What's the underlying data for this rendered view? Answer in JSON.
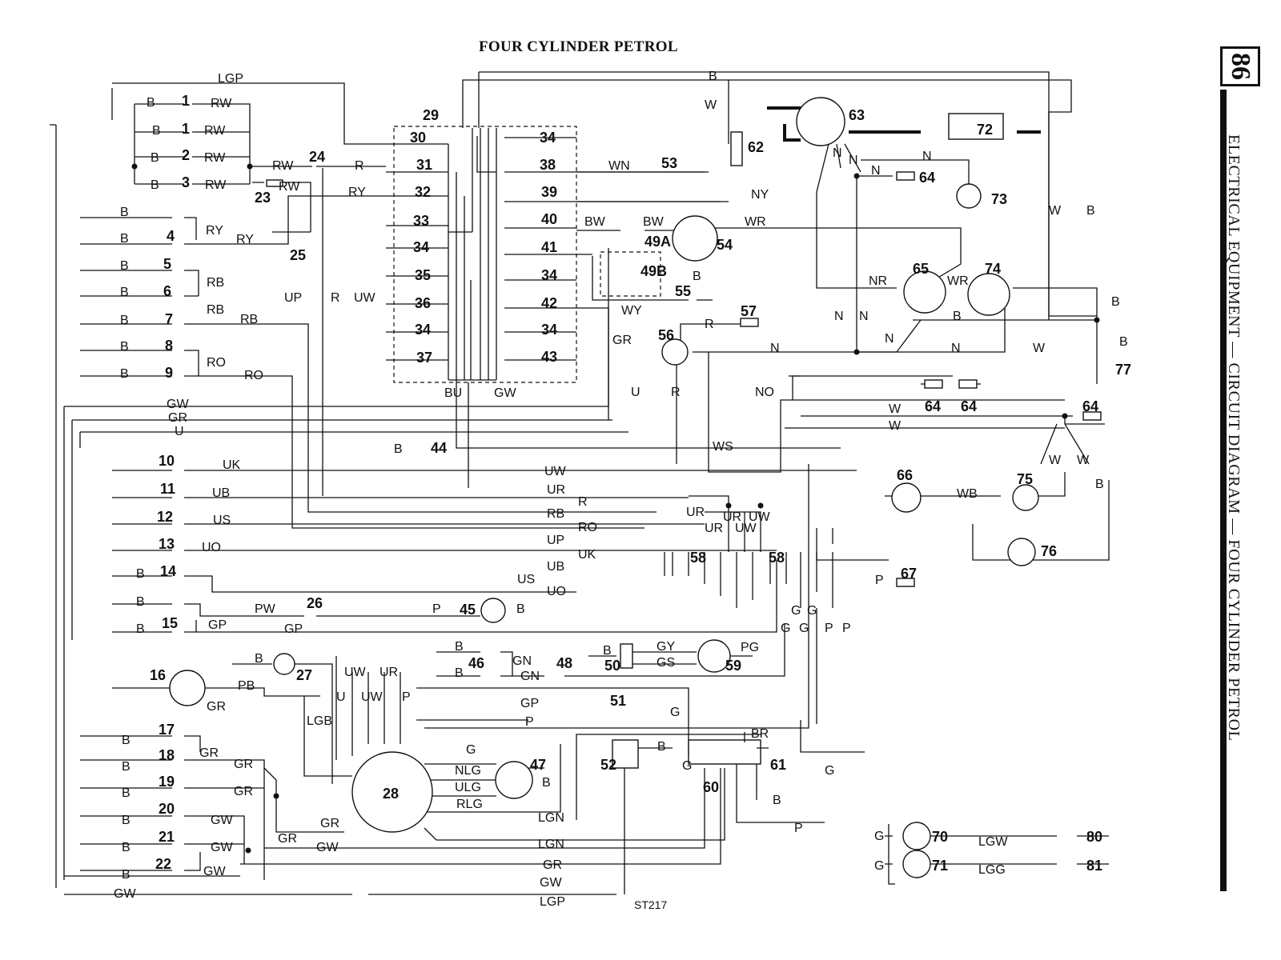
{
  "title": "FOUR CYLINDER PETROL",
  "page_number": "86",
  "side_heading": "ELECTRICAL EQUIPMENT — CIRCUIT DIAGRAM — FOUR CYLINDER PETROL",
  "drawing_ref": "ST217",
  "components": {
    "c1a": "1",
    "c1b": "1",
    "c2": "2",
    "c3": "3",
    "c4": "4",
    "c5": "5",
    "c6": "6",
    "c7": "7",
    "c8": "8",
    "c9": "9",
    "c10": "10",
    "c11": "11",
    "c12": "12",
    "c13": "13",
    "c14": "14",
    "c15": "15",
    "c16": "16",
    "c17": "17",
    "c18": "18",
    "c19": "19",
    "c20": "20",
    "c21": "21",
    "c22": "22",
    "c23": "23",
    "c24": "24",
    "c25": "25",
    "c26": "26",
    "c27": "27",
    "c28": "28",
    "c29": "29",
    "c30": "30",
    "c31": "31",
    "c32": "32",
    "c33": "33",
    "c34a": "34",
    "c35": "35",
    "c36": "36",
    "c34b": "34",
    "c37": "37",
    "c34c": "34",
    "c38": "38",
    "c39": "39",
    "c40": "40",
    "c41": "41",
    "c34d": "34",
    "c42": "42",
    "c34e": "34",
    "c43": "43",
    "c44": "44",
    "c45": "45",
    "c46": "46",
    "c47": "47",
    "c48": "48",
    "c49a": "49A",
    "c49b": "49B",
    "c50": "50",
    "c51": "51",
    "c52": "52",
    "c53": "53",
    "c54": "54",
    "c55": "55",
    "c56": "56",
    "c57": "57",
    "c58a": "58",
    "c58b": "58",
    "c59": "59",
    "c60": "60",
    "c61": "61",
    "c62": "62",
    "c63": "63",
    "c64a": "64",
    "c64b": "64",
    "c64c": "64",
    "c64d": "64",
    "c65": "65",
    "c66": "66",
    "c67": "67",
    "c70": "70",
    "c71": "71",
    "c72": "72",
    "c73": "73",
    "c74": "74",
    "c75": "75",
    "c76": "76",
    "c77": "77",
    "c80": "80",
    "c81": "81"
  },
  "wires": {
    "lgp_top": "LGP",
    "b_top": "B",
    "w_63": "W",
    "b1": "B",
    "rw1": "RW",
    "b1b": "B",
    "rw1b": "RW",
    "b2": "B",
    "rw2": "RW",
    "b3": "B",
    "rw3": "RW",
    "rw_24": "RW",
    "r_24": "R",
    "rw_23": "RW",
    "ry_29": "RY",
    "b4a": "B",
    "ry4": "RY",
    "b4": "B",
    "ry4b": "RY",
    "b5": "B",
    "rb5": "RB",
    "b6": "B",
    "b7": "B",
    "rb7": "RB",
    "rb7b": "RB",
    "b8": "B",
    "ro8": "RO",
    "b9": "B",
    "ro9": "RO",
    "gw_l": "GW",
    "gr_l": "GR",
    "u_l": "U",
    "up": "UP",
    "r_mid": "R",
    "uw_mid": "UW",
    "bu": "BU",
    "gw_bot": "GW",
    "wn": "WN",
    "ny": "NY",
    "bw1": "BW",
    "bw2": "BW",
    "wr": "WR",
    "b54": "B",
    "wy": "WY",
    "gr_56": "GR",
    "r_57": "R",
    "n_56": "N",
    "u_56": "U",
    "r_56": "R",
    "no": "NO",
    "w_64a": "W",
    "w_64b": "W",
    "ws": "WS",
    "b44": "B",
    "nr": "NR",
    "wr65": "WR",
    "b65": "B",
    "n_a": "N",
    "n_b": "N",
    "n_c": "N",
    "n_d": "N",
    "n_e": "N",
    "n_f": "N",
    "n_g": "N",
    "n_h": "N",
    "w_r1": "W",
    "b_r1": "B",
    "w_r2": "W",
    "b_77a": "B",
    "b_77b": "B",
    "w_r3": "W",
    "w_r4": "W",
    "b_r2": "B",
    "uk10": "UK",
    "ub11": "UB",
    "us12": "US",
    "uo13": "UO",
    "b14": "B",
    "b15a": "B",
    "b15": "B",
    "gp15": "GP",
    "pw": "PW",
    "gp_26": "GP",
    "uw_58": "UW",
    "ur_58": "UR",
    "r_58": "R",
    "rb_58": "RB",
    "ro_58": "RO",
    "up_58": "UP",
    "uk_58": "UK",
    "ub_58": "UB",
    "us_58": "US",
    "uo_58": "UO",
    "ur_a": "UR",
    "ur_b": "UR",
    "uw_a": "UW",
    "ur_c": "UR",
    "uw_b": "UW",
    "p_45": "P",
    "b_45": "B",
    "b27": "B",
    "pb": "PB",
    "gr16": "GR",
    "uw_28": "UW",
    "ur_28": "UR",
    "u_28": "U",
    "uw_28b": "UW",
    "p_28": "P",
    "lgb": "LGB",
    "b46a": "B",
    "gn1": "GN",
    "b46b": "B",
    "gn2": "GN",
    "b50": "B",
    "gy": "GY",
    "gs": "GS",
    "pg": "PG",
    "gp_51": "GP",
    "g_51": "G",
    "p_51": "P",
    "g_28": "G",
    "nlg": "NLG",
    "ulg": "ULG",
    "rlg": "RLG",
    "b47": "B",
    "lgn1": "LGN",
    "lgn2": "LGN",
    "gr_28a": "GR",
    "gw_28": "GW",
    "gr_28b": "GR",
    "gw_bot2": "GW",
    "lgp_bot": "LGP",
    "b17": "B",
    "gr17": "GR",
    "b18": "B",
    "gr18": "GR",
    "b19": "B",
    "gr19": "GR",
    "b20": "B",
    "gw20": "GW",
    "b21": "B",
    "gw21": "GW",
    "b22": "B",
    "gw22": "GW",
    "gw_lb": "GW",
    "gr_20": "GR",
    "b52": "B",
    "g52": "G",
    "br": "BR",
    "b61": "B",
    "p_61": "P",
    "g_r": "G",
    "g1": "G",
    "g2": "G",
    "g3": "G",
    "g4": "G",
    "p1": "P",
    "p2": "P",
    "p67": "P",
    "wb": "WB",
    "g70": "G",
    "lgw": "LGW",
    "g71": "G",
    "lgg": "LGG"
  }
}
